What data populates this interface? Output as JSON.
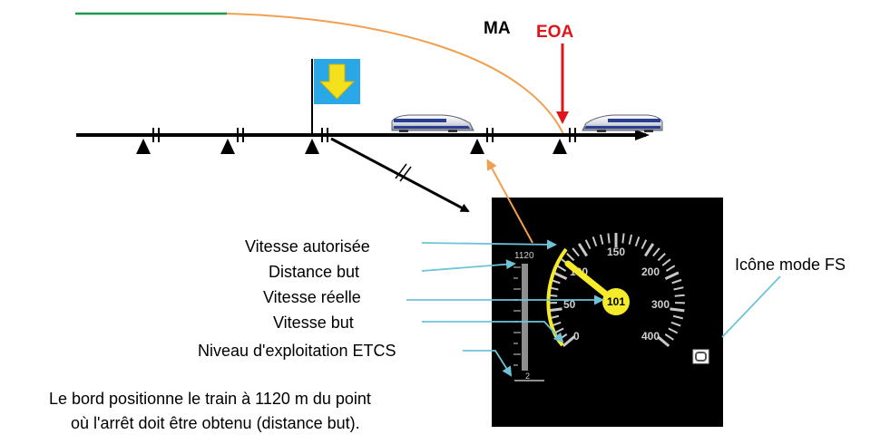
{
  "top_labels": {
    "ma": "MA",
    "eoa": "EOA"
  },
  "dmi": {
    "scale_labels": [
      "0",
      "50",
      "100",
      "150",
      "200",
      "300",
      "400"
    ],
    "current_speed": "101",
    "distance_scale_top": "1120",
    "distance_scale_bottom": "2",
    "fs_mode_icon": "fs-mode-icon"
  },
  "annotations": {
    "permitted_speed": "Vitesse autorisée",
    "target_distance": "Distance but",
    "actual_speed": "Vitesse réelle",
    "target_speed": "Vitesse but",
    "etcs_level": "Niveau d'exploitation ETCS",
    "fs_mode_icon_label": "Icône mode FS"
  },
  "caption": {
    "line1": "Le bord positionne le train à 1120 m du point",
    "line2": "où l'arrêt doit être obtenu (distance but)."
  },
  "colors": {
    "ma_line": "#1a9a4a",
    "ma_curve": "#f0a050",
    "eoa": "#e0151c",
    "callout": "#6ec3d8",
    "dmi_bg": "#000000",
    "permitted_arc": "#f5eb2a",
    "needle": "#f5eb2a",
    "scale_marks": "#c8c8c8",
    "signal_board": "#2aa7e6",
    "signal_arrow": "#f4e11e"
  }
}
